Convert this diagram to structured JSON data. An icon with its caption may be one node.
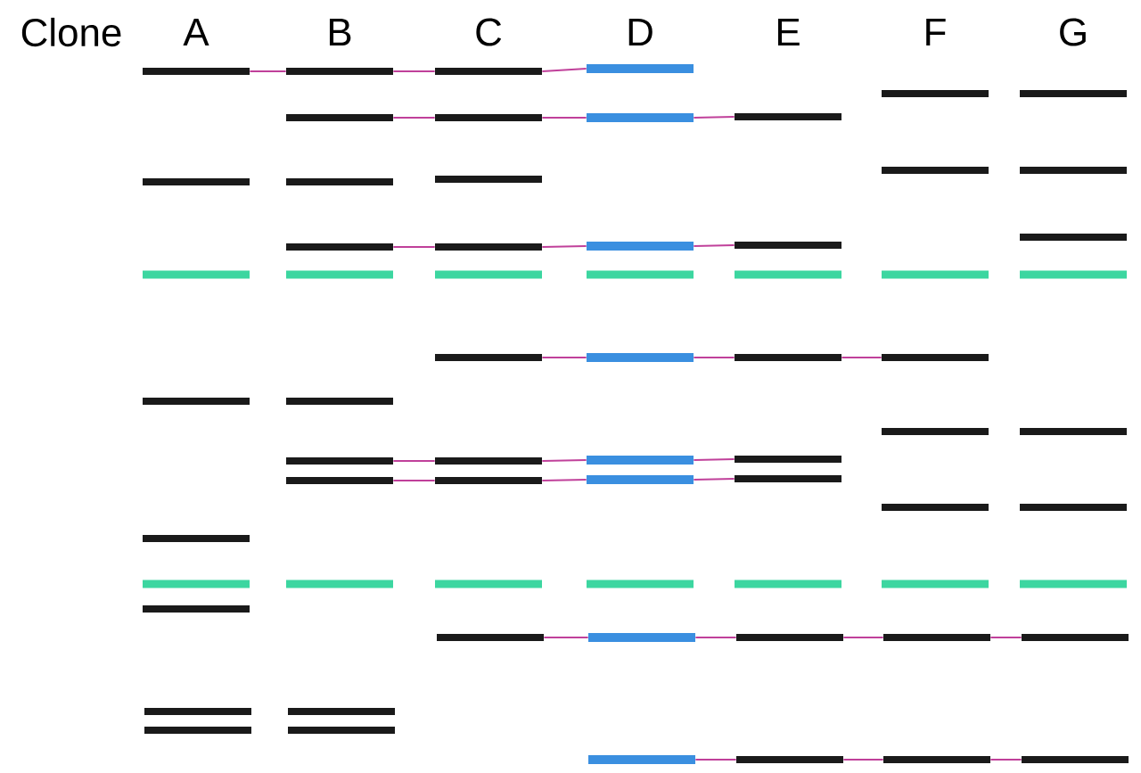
{
  "diagram": {
    "nodes": [
      {
        "text": [],
        "shape": "bar"
      },
      {
        "text": [],
        "shape": "bar"
      },
      {
        "text": [],
        "shape": "bar"
      },
      {
        "text": [],
        "shape": "bar"
      },
      {
        "text": [],
        "shape": "bar"
      },
      {
        "text": [],
        "shape": "bar"
      },
      {
        "text": [],
        "shape": "bar"
      },
      {
        "text": [],
        "shape": "bar"
      },
      {
        "text": [],
        "shape": "bar"
      },
      {
        "text": [],
        "shape": "bar"
      },
      {
        "text": [],
        "shape": "bar"
      },
      {
        "text": [],
        "shape": "bar"
      },
      {
        "text": [],
        "shape": "bar"
      },
      {
        "text": [],
        "shape": "bar"
      },
      {
        "text": [],
        "shape": "bar"
      },
      {
        "text": [],
        "shape": "bar"
      },
      {
        "text": [],
        "shape": "bar"
      },
      {
        "text": [],
        "shape": "bar"
      },
      {
        "text": [],
        "shape": "bar"
      },
      {
        "text": [],
        "shape": "bar"
      },
      {
        "text": [],
        "shape": "bar"
      },
      {
        "text": [],
        "shape": "bar"
      },
      {
        "text": [],
        "shape": "bar"
      },
      {
        "text": [],
        "shape": "bar"
      },
      {
        "text": [],
        "shape": "bar"
      },
      {
        "text": [],
        "shape": "bar"
      },
      {
        "text": [],
        "shape": "bar"
      },
      {
        "text": [],
        "shape": "bar"
      },
      {
        "text": [],
        "shape": "bar"
      },
      {
        "text": [],
        "shape": "bar"
      },
      {
        "text": [],
        "shape": "bar"
      },
      {
        "text": [],
        "shape": "bar"
      },
      {
        "text": [],
        "shape": "bar"
      },
      {
        "text": [],
        "shape": "bar"
      },
      {
        "text": [],
        "shape": "bar"
      },
      {
        "text": [],
        "shape": "bar"
      },
      {
        "text": [],
        "shape": "bar"
      },
      {
        "text": [],
        "shape": "bar"
      },
      {
        "text": [],
        "shape": "bar"
      },
      {
        "text": [],
        "shape": "bar"
      },
      {
        "text": [],
        "shape": "bar"
      },
      {
        "text": [],
        "shape": "bar"
      },
      {
        "text": [],
        "shape": "bar"
      },
      {
        "text": [],
        "shape": "bar"
      },
      {
        "text": [],
        "shape": "bar"
      },
      {
        "text": [],
        "shape": "bar"
      },
      {
        "text": [],
        "shape": "bar"
      },
      {
        "text": [],
        "shape": "bar"
      },
      {
        "text": [],
        "shape": "bar"
      },
      {
        "text": [],
        "shape": "bar"
      },
      {
        "text": [],
        "shape": "bar"
      },
      {
        "text": [],
        "shape": "bar"
      },
      {
        "text": [],
        "shape": "bar"
      },
      {
        "text": [],
        "shape": "bar"
      },
      {
        "text": [],
        "shape": "bar"
      },
      {
        "text": [],
        "shape": "bar"
      },
      {
        "text": [],
        "shape": "bar"
      },
      {
        "text": [],
        "shape": "bar"
      },
      {
        "text": [],
        "shape": "bar"
      },
      {
        "text": [],
        "shape": "bar"
      },
      {
        "text": [],
        "shape": "bar"
      },
      {
        "text": [],
        "shape": "bar"
      },
      {
        "text": [],
        "shape": "bar"
      },
      {
        "text": [],
        "shape": "bar"
      },
      {
        "text": [],
        "shape": "bar"
      },
      {
        "text": [],
        "shape": "bar"
      },
      {
        "text": [],
        "shape": "bar"
      }
    ],
    "edges": [
      {
        "from": 0,
        "to": 1,
        "arrow": "none"
      },
      {
        "from": 1,
        "to": 2,
        "arrow": "none"
      },
      {
        "from": 2,
        "to": 3,
        "arrow": "none"
      },
      {
        "from": 6,
        "to": 7,
        "arrow": "none"
      },
      {
        "from": 7,
        "to": 8,
        "arrow": "none"
      },
      {
        "from": 8,
        "to": 9,
        "arrow": "none"
      },
      {
        "from": 16,
        "to": 17,
        "arrow": "none"
      },
      {
        "from": 17,
        "to": 18,
        "arrow": "none"
      },
      {
        "from": 18,
        "to": 19,
        "arrow": "none"
      },
      {
        "from": 27,
        "to": 28,
        "arrow": "none"
      },
      {
        "from": 28,
        "to": 29,
        "arrow": "none"
      },
      {
        "from": 29,
        "to": 30,
        "arrow": "none"
      },
      {
        "from": 35,
        "to": 36,
        "arrow": "none"
      },
      {
        "from": 36,
        "to": 37,
        "arrow": "none"
      },
      {
        "from": 37,
        "to": 38,
        "arrow": "none"
      },
      {
        "from": 39,
        "to": 40,
        "arrow": "none"
      },
      {
        "from": 40,
        "to": 41,
        "arrow": "none"
      },
      {
        "from": 41,
        "to": 42,
        "arrow": "none"
      },
      {
        "from": 54,
        "to": 55,
        "arrow": "none"
      },
      {
        "from": 55,
        "to": 56,
        "arrow": "none"
      },
      {
        "from": 56,
        "to": 57,
        "arrow": "none"
      },
      {
        "from": 57,
        "to": 58,
        "arrow": "none"
      },
      {
        "from": 63,
        "to": 64,
        "arrow": "none"
      },
      {
        "from": 64,
        "to": 65,
        "arrow": "none"
      },
      {
        "from": 65,
        "to": 66,
        "arrow": "none"
      }
    ],
    "labels": [
      "Clone",
      "A",
      "B",
      "C",
      "D",
      "E",
      "F",
      "G"
    ]
  }
}
